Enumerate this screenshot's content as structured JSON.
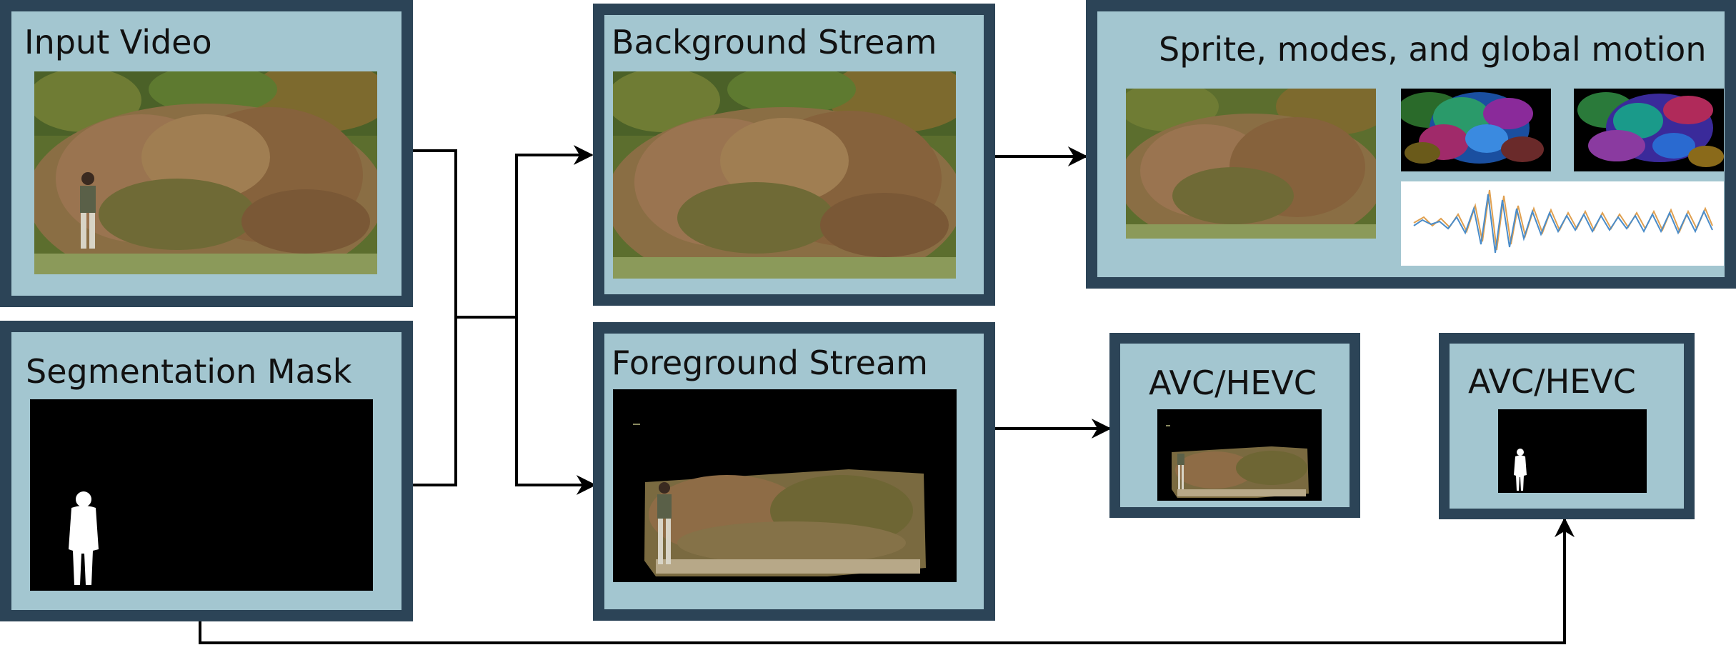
{
  "panels": {
    "input_video": {
      "title": "Input Video"
    },
    "segmentation_mask": {
      "title": "Segmentation Mask"
    },
    "background_stream": {
      "title": "Background Stream"
    },
    "foreground_stream": {
      "title": "Foreground Stream"
    },
    "sprite": {
      "title": "Sprite, modes, and global motion"
    },
    "codec_foreground": {
      "title": "AVC/HEVC"
    },
    "codec_mask": {
      "title": "AVC/HEVC"
    }
  },
  "icons": {
    "scene": "shrub-scene-photo",
    "mask": "person-silhouette-mask",
    "mode_map": "colored-mode-map",
    "waveform": "motion-waveform-plot"
  },
  "colors": {
    "panel_fill": "#a3c6d0",
    "panel_border": "#2c4457",
    "connector": "#000000",
    "wave_blue": "#4a8cc9",
    "wave_orange": "#e0a050"
  }
}
